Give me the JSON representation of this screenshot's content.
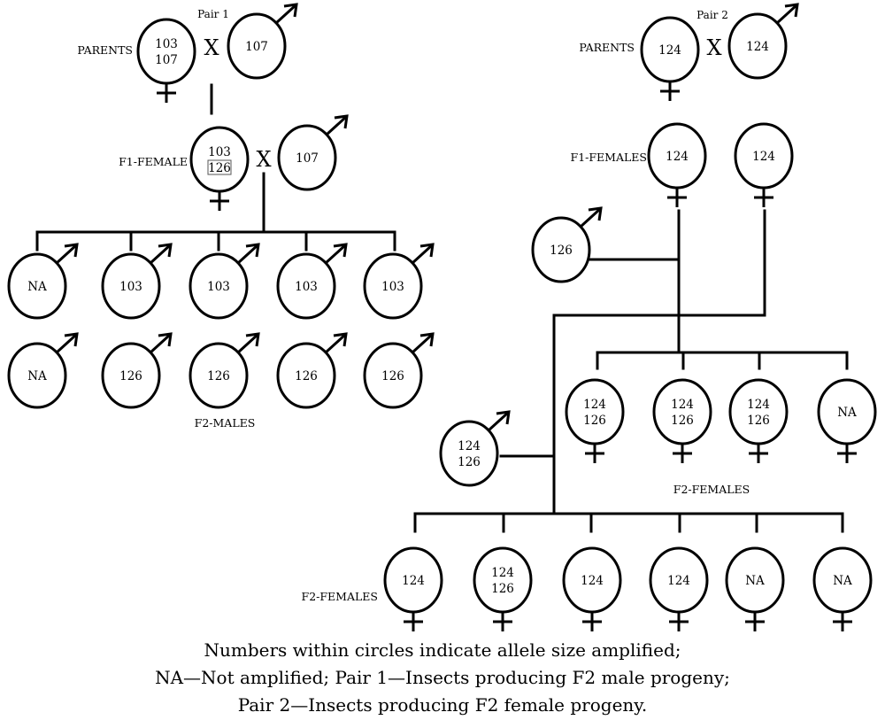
{
  "colors": {
    "ink": "#000000",
    "background": "#ffffff"
  },
  "pair1": {
    "title": "Pair 1",
    "parents_label": "PARENTS",
    "parents": {
      "female": {
        "alleles": [
          "103",
          "107"
        ]
      },
      "male": {
        "alleles": [
          "107"
        ]
      }
    },
    "cross_symbol": "X",
    "f1_label": "F1-FEMALE",
    "f1": {
      "female": {
        "alleles": [
          "103",
          "126"
        ],
        "boxed_allele": "126"
      },
      "male": {
        "alleles": [
          "107"
        ]
      }
    },
    "f2_label": "F2-MALES",
    "f2_males_row1": [
      {
        "alleles": [
          "NA"
        ]
      },
      {
        "alleles": [
          "103"
        ]
      },
      {
        "alleles": [
          "103"
        ]
      },
      {
        "alleles": [
          "103"
        ]
      },
      {
        "alleles": [
          "103"
        ]
      }
    ],
    "f2_males_row2": [
      {
        "alleles": [
          "NA"
        ]
      },
      {
        "alleles": [
          "126"
        ]
      },
      {
        "alleles": [
          "126"
        ]
      },
      {
        "alleles": [
          "126"
        ]
      },
      {
        "alleles": [
          "126"
        ]
      }
    ]
  },
  "pair2": {
    "title": "Pair 2",
    "parents_label": "PARENTS",
    "parents": {
      "female": {
        "alleles": [
          "124"
        ]
      },
      "male": {
        "alleles": [
          "124"
        ]
      }
    },
    "cross_symbol": "X",
    "f1_label": "F1-FEMALES",
    "f1_females": [
      {
        "alleles": [
          "124"
        ]
      },
      {
        "alleles": [
          "124"
        ]
      }
    ],
    "male_a": {
      "alleles": [
        "126"
      ]
    },
    "male_b": {
      "alleles": [
        "124",
        "126"
      ]
    },
    "f2_label_upper": "F2-FEMALES",
    "f2_females_upper": [
      {
        "alleles": [
          "124",
          "126"
        ]
      },
      {
        "alleles": [
          "124",
          "126"
        ]
      },
      {
        "alleles": [
          "124",
          "126"
        ]
      },
      {
        "alleles": [
          "NA"
        ]
      }
    ],
    "f2_label_lower": "F2-FEMALES",
    "f2_females_lower": [
      {
        "alleles": [
          "124"
        ]
      },
      {
        "alleles": [
          "124",
          "126"
        ]
      },
      {
        "alleles": [
          "124"
        ]
      },
      {
        "alleles": [
          "124"
        ]
      },
      {
        "alleles": [
          "NA"
        ]
      },
      {
        "alleles": [
          "NA"
        ]
      }
    ]
  },
  "caption": [
    "Numbers within circles indicate allele size amplified;",
    "NA—Not amplified; Pair 1—Insects producing F2 male progeny;",
    "Pair 2—Insects producing F2 female progeny."
  ]
}
